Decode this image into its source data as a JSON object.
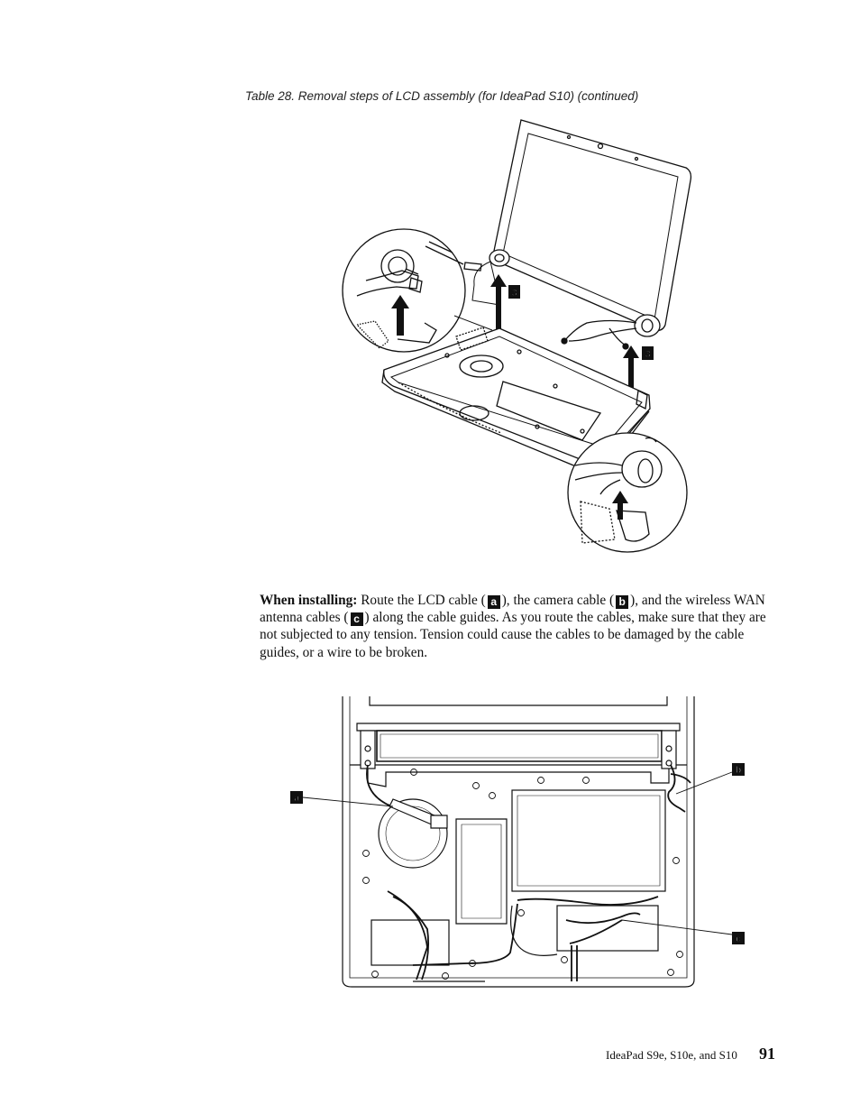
{
  "caption": "Table 28. Removal steps of LCD assembly (for IdeaPad S10)  (continued)",
  "figure1": {
    "step_label_1": "3",
    "step_label_2": "3"
  },
  "installing": {
    "heading": "When installing:",
    "t1": "Route the LCD cable (",
    "tag_a": "a",
    "t2": "), the camera cable (",
    "tag_b": "b",
    "t3": "), and the wireless WAN antenna cables (",
    "tag_c": "c",
    "t4": ") along the cable guides. As you route the cables, make sure that they are not subjected to any tension. Tension could cause the cables to be damaged by the cable guides, or a wire to be broken."
  },
  "figure2": {
    "label_a": "a",
    "label_b": "b",
    "label_c": "c"
  },
  "footer": {
    "text": "IdeaPad S9e, S10e, and S10",
    "page": "91"
  }
}
